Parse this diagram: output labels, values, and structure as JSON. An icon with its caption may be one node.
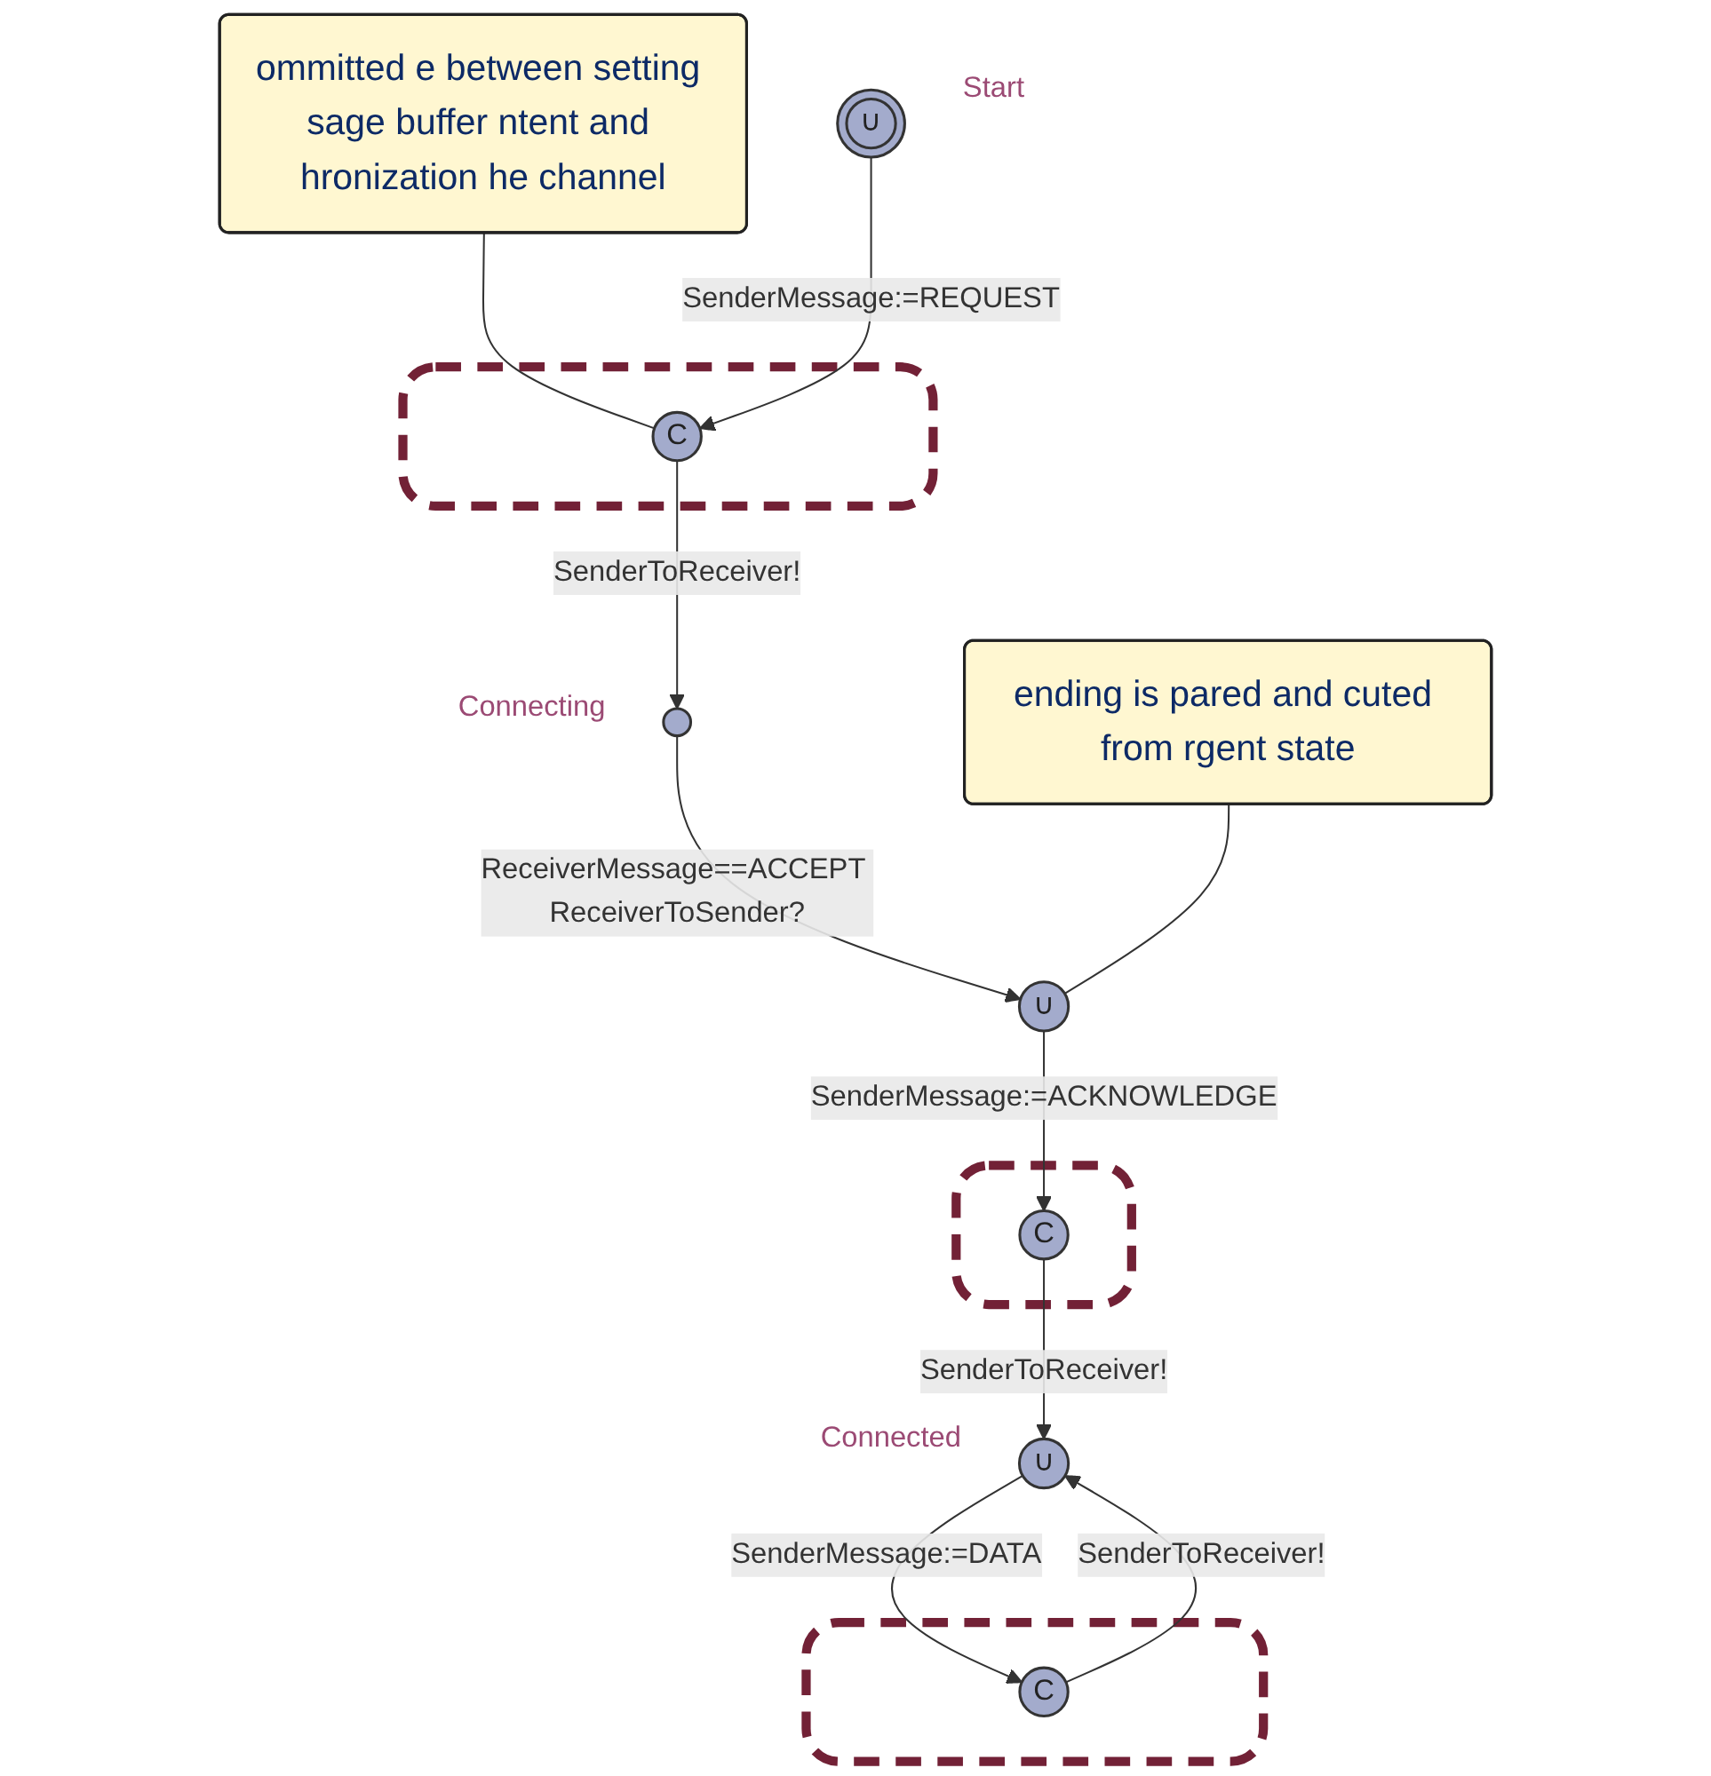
{
  "diagram": {
    "nodes": [
      {
        "text": [
          "ommitted e between setting sage buffer ntent and hronization he channel"
        ]
      },
      {
        "text": [
          "∪"
        ],
        "beside": [
          "Start"
        ]
      },
      {
        "text": [],
        "shape": "box"
      },
      {
        "text": [
          "C"
        ],
        "in": 2
      },
      {
        "text": [],
        "shape": "circle",
        "beside": [
          "Connecting"
        ]
      },
      {
        "text": [
          "ending is pared and cuted from rgent state"
        ]
      },
      {
        "text": [
          "∪"
        ]
      },
      {
        "text": [],
        "shape": "box"
      },
      {
        "text": [
          "C"
        ],
        "in": 7
      },
      {
        "text": [
          "∪"
        ],
        "beside": [
          "Connected"
        ]
      },
      {
        "text": [],
        "shape": "box"
      },
      {
        "text": [
          "C"
        ],
        "in": 10
      }
    ],
    "edges": [
      {
        "from": 0,
        "to": 3,
        "arrow": "none"
      },
      {
        "from": 1,
        "to": 3,
        "arrow": "to",
        "label": "SenderMessage:=REQUEST"
      },
      {
        "from": 3,
        "to": 4,
        "arrow": "to",
        "label": "SenderToReceiver!"
      },
      {
        "from": 4,
        "to": 6,
        "arrow": "to",
        "label": "ReceiverMessage==ACCEPT ReceiverToSender?"
      },
      {
        "from": 5,
        "to": 6,
        "arrow": "none"
      },
      {
        "from": 6,
        "to": 8,
        "arrow": "to",
        "label": "SenderMessage:=ACKNOWLEDGE"
      },
      {
        "from": 8,
        "to": 9,
        "arrow": "to",
        "label": "SenderToReceiver!"
      },
      {
        "from": 9,
        "to": 11,
        "arrow": "to",
        "label": "SenderMessage:=DATA"
      },
      {
        "from": 11,
        "to": 9,
        "arrow": "to",
        "label": "SenderToReceiver!"
      }
    ]
  }
}
